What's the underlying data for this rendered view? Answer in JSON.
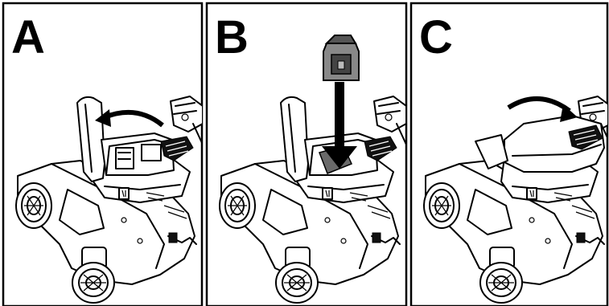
{
  "panels": [
    {
      "id": "A",
      "label": "A",
      "action": "open-cover"
    },
    {
      "id": "B",
      "label": "B",
      "action": "insert-battery"
    },
    {
      "id": "C",
      "label": "C",
      "action": "close-cover"
    }
  ],
  "colors": {
    "line": "#000000",
    "background": "#ffffff",
    "shade": "#6a6a6a"
  },
  "icons": {
    "open_arrow": "curved-arrow-left-icon",
    "insert_arrow": "down-arrow-icon",
    "close_arrow": "curved-arrow-right-icon",
    "battery": "battery-pack-icon"
  }
}
